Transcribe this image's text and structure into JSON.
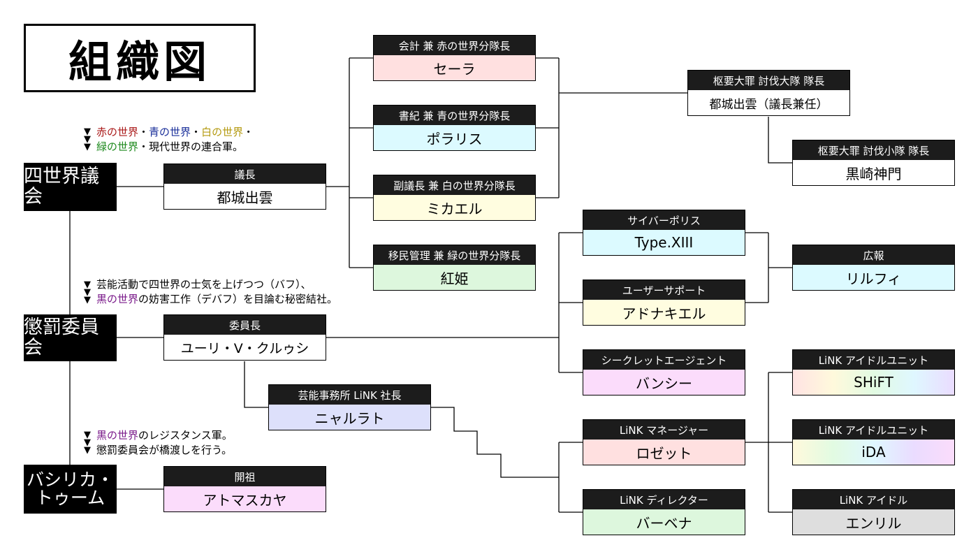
{
  "title": "組織図",
  "colors": {
    "red_world": "#aa1a1a",
    "blue_world": "#1a2f9a",
    "white_world": "#b49a10",
    "green_world": "#1e8a1e",
    "black_world": "#7a1a8a",
    "pink": "#ffe0e0",
    "cyan": "#dcfaff",
    "yellow": "#fffde0",
    "green": "#ddf7dd",
    "lavender": "#dde0fb",
    "magenta": "#fbdcfb",
    "gray": "#dedede"
  },
  "groups": {
    "council": "四世界議会",
    "committee": "懲罰委員会",
    "basilica_line1": "バシリカ・",
    "basilica_line2": "トゥーム"
  },
  "notes": {
    "council": {
      "red": "赤の世界",
      "sep1": "・",
      "blue": "青の世界",
      "sep2": "・",
      "white": "白の世界",
      "sep3": "・",
      "green": "緑の世界",
      "rest": "・現代世界の連合軍。"
    },
    "committee": {
      "line1": "芸能活動で四世界の士気を上げつつ（バフ）、",
      "black": "黒の世界",
      "line2": "の妨害工作（デバフ）を目論む秘密結社。"
    },
    "basilica": {
      "black": "黒の世界",
      "line1": "のレジスタンス軍。",
      "line2": "懲罰委員会が橋渡しを行う。"
    }
  },
  "boxes": {
    "chair": {
      "role": "議長",
      "name": "都城出雲"
    },
    "sera": {
      "role": "会計 兼 赤の世界分隊長",
      "name": "セーラ"
    },
    "polaris": {
      "role": "書紀 兼 青の世界分隊長",
      "name": "ポラリス"
    },
    "michael": {
      "role": "副議長 兼 白の世界分隊長",
      "name": "ミカエル"
    },
    "kouki": {
      "role": "移民管理 兼 緑の世界分隊長",
      "name": "紅姫"
    },
    "sumeru_leader": {
      "role": "枢要大罪 討伐大隊 隊長",
      "name": "都城出雲（議長兼任）"
    },
    "sumeru_sub": {
      "role": "枢要大罪 討伐小隊 隊長",
      "name": "黒崎神門"
    },
    "committee_chair": {
      "role": "委員長",
      "name": "ユーリ・V・クルゥシ"
    },
    "cyberpolice": {
      "role": "サイバーポリス",
      "name": "Type.XIII"
    },
    "support": {
      "role": "ユーザーサポート",
      "name": "アドナキエル"
    },
    "pr": {
      "role": "広報",
      "name": "リルフィ"
    },
    "secret": {
      "role": "シークレットエージェント",
      "name": "バンシー"
    },
    "link_president": {
      "role": "芸能事務所 LiNK 社長",
      "name": "ニャルラト"
    },
    "manager": {
      "role": "LiNK マネージャー",
      "name": "ロゼット"
    },
    "director": {
      "role": "LiNK ディレクター",
      "name": "バーベナ"
    },
    "shift": {
      "role": "LiNK アイドルユニット",
      "name": "SHiFT"
    },
    "ida": {
      "role": "LiNK アイドルユニット",
      "name": "iDA"
    },
    "enril": {
      "role": "LiNK アイドル",
      "name": "エンリル"
    },
    "founder": {
      "role": "開祖",
      "name": "アトマスカヤ"
    }
  }
}
